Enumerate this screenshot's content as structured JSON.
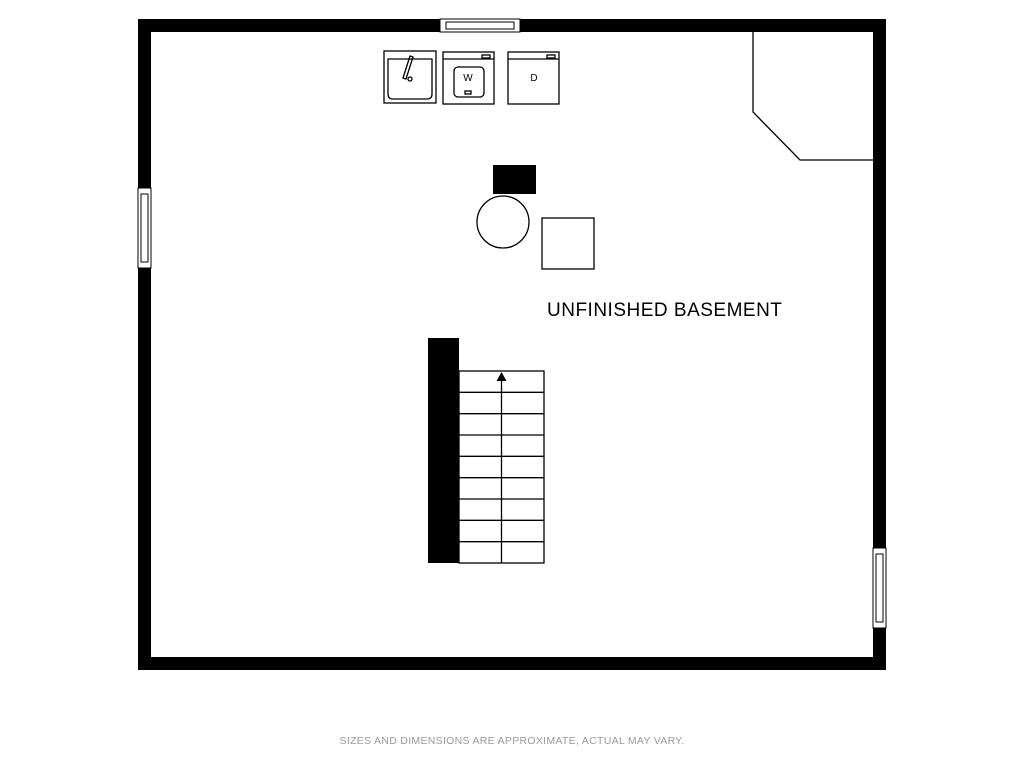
{
  "room": {
    "label": "UNFINISHED BASEMENT"
  },
  "appliances": {
    "washer_label": "W",
    "dryer_label": "D"
  },
  "stairs": {
    "treads": 9,
    "direction": "up"
  },
  "footer": {
    "disclaimer": "SIZES AND DIMENSIONS ARE APPROXIMATE, ACTUAL MAY VARY."
  },
  "colors": {
    "wall": "#000000",
    "background": "#ffffff",
    "disclaimer": "#9a9a9a"
  }
}
